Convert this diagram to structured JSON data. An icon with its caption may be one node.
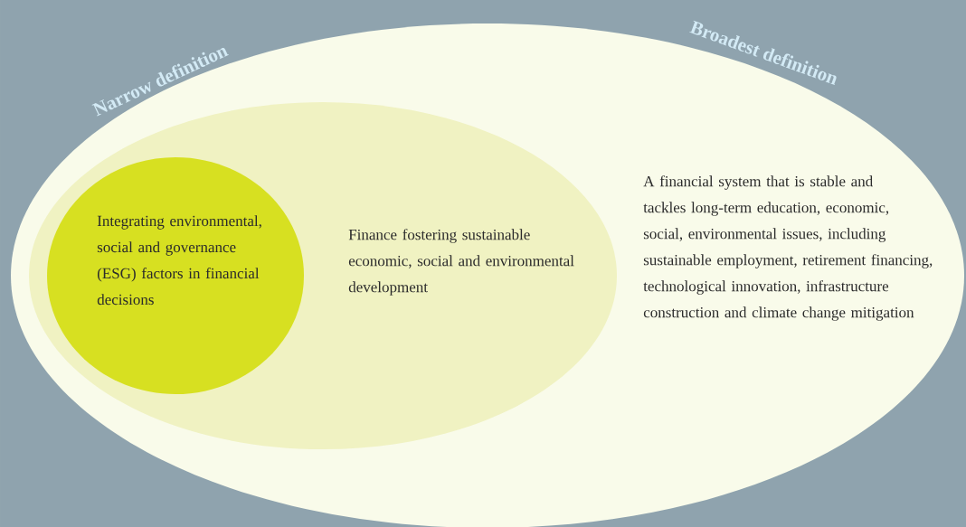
{
  "diagram": {
    "nodes": [
      {
        "text": [
          "A financial system that is stable and tackles long-term education, economic, social, environmental issues, including sustainable employment, retirement financing, technological innovation, infrastructure construction and climate change mitigation"
        ]
      },
      {
        "text": [
          "Finance fostering sustainable economic, social and environmental development"
        ],
        "in": 0
      },
      {
        "text": [
          "Integrating environmental, social and governance (ESG) factors in financial decisions"
        ],
        "in": 1
      }
    ],
    "labels": [
      "Narrow definition",
      "Broadest definition"
    ]
  }
}
